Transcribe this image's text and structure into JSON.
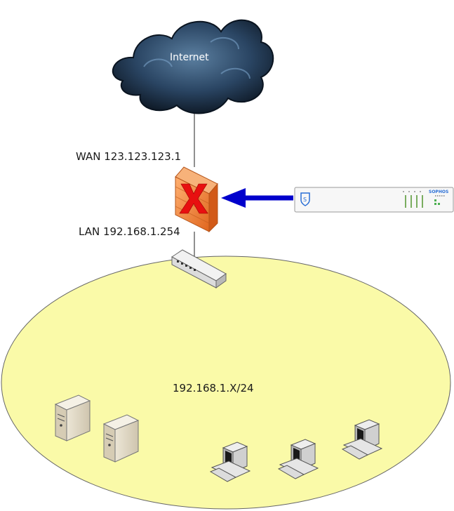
{
  "cloud": {
    "label": "Internet",
    "icon": "cloud-icon"
  },
  "wan": {
    "label": "WAN 123.123.123.1"
  },
  "lan": {
    "label": "LAN 192.168.1.254"
  },
  "subnet": {
    "label": "192.168.1.X/24"
  },
  "appliance": {
    "brand": "SOPHOS",
    "icon": "sophos-appliance-icon"
  },
  "firewall": {
    "icon": "firewall-icon",
    "status": "x-mark-icon"
  },
  "colors": {
    "lan_zone_fill": "#fafaa8",
    "lan_zone_stroke": "#666666",
    "arrow": "#0000cc",
    "firewall": "#f08a3c",
    "x_mark": "#e81010",
    "cloud": "#1b2f45"
  }
}
